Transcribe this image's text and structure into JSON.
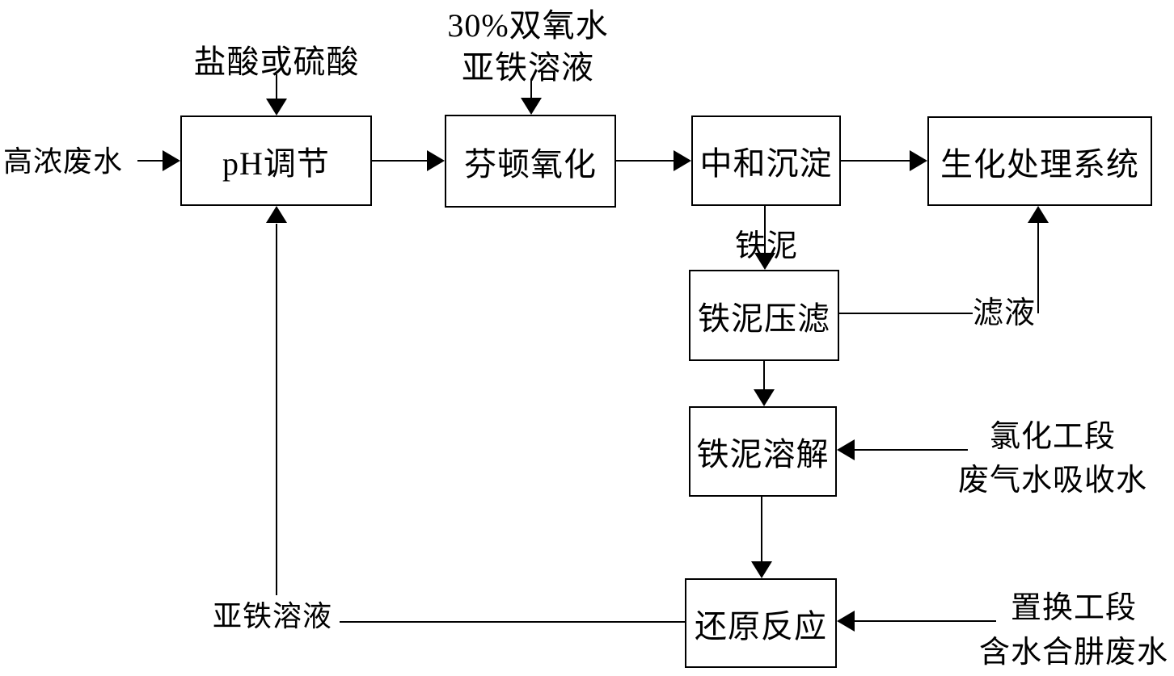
{
  "diagram": {
    "nodes": {
      "ph_adjustment": "pH调节",
      "fenton_oxidation": "芬顿氧化",
      "neutralization_precipitation": "中和沉淀",
      "biochemical_treatment_system": "生化处理系统",
      "iron_sludge_press_filtration": "铁泥压滤",
      "iron_sludge_dissolution": "铁泥溶解",
      "reduction_reaction": "还原反应"
    },
    "labels": {
      "influent": "高浓废水",
      "acid_input": "盐酸或硫酸",
      "oxidant_line1": "30%双氧水",
      "oxidant_line2": "亚铁溶液",
      "iron_sludge": "铁泥",
      "filtrate": "滤液",
      "chlorination_line1": "氯化工段",
      "chlorination_line2": "废气水吸收水",
      "displacement_line1": "置换工段",
      "displacement_line2": "含水合肼废水",
      "ferrous_solution": "亚铁溶液"
    },
    "colors": {
      "stroke": "#000000",
      "background": "#ffffff"
    }
  }
}
